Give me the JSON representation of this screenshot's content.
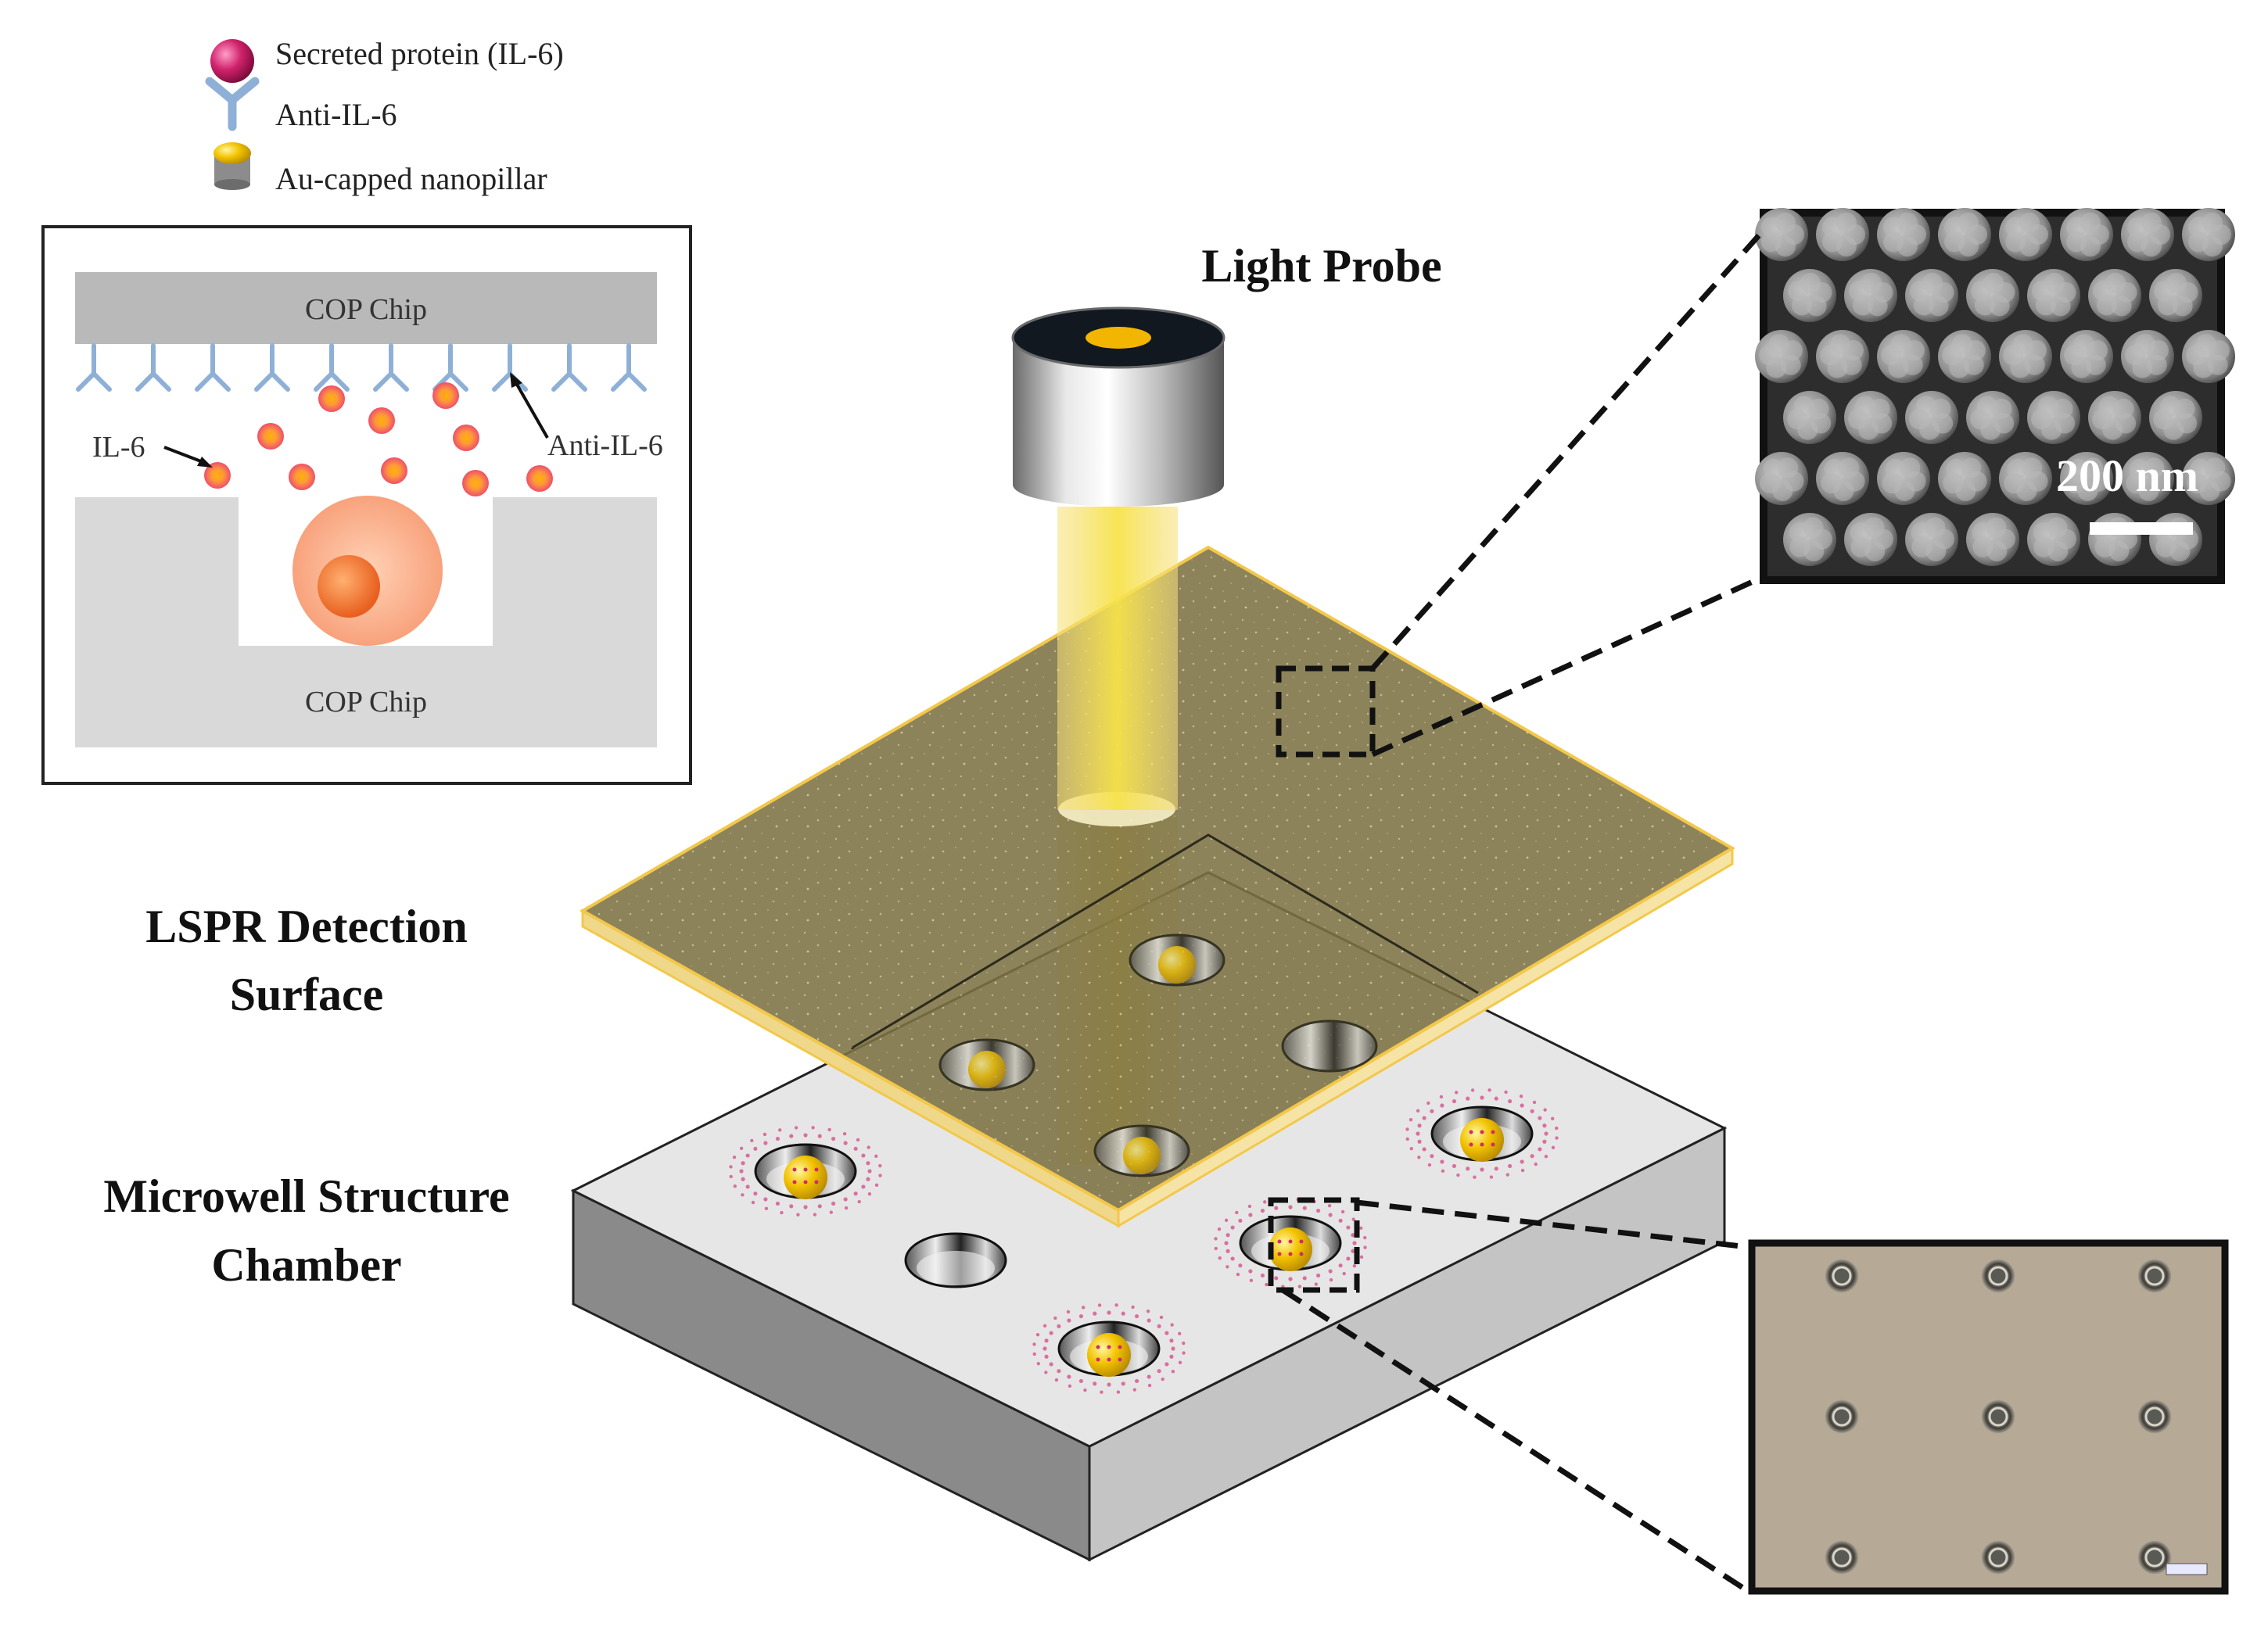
{
  "legend": {
    "items": [
      {
        "label": "Secreted protein (IL-6)",
        "icon": "protein-icon"
      },
      {
        "label": "Anti-IL-6",
        "icon": "antibody-icon"
      },
      {
        "label": "Au-capped nanopillar",
        "icon": "nanopillar-icon"
      }
    ]
  },
  "inset": {
    "top_chip_label": "COP Chip",
    "bottom_chip_label": "COP Chip",
    "il6_label": "IL-6",
    "anti_label": "Anti-IL-6"
  },
  "labels": {
    "light_probe": "Light Probe",
    "lspr_line1": "LSPR Detection",
    "lspr_line2": "Surface",
    "microwell_line1": "Microwell Structure",
    "microwell_line2": "Chamber"
  },
  "sem": {
    "scale_bar": "200 nm"
  },
  "colors": {
    "il6": "#ee6b6b",
    "antibody": "#8fb0d6",
    "gold": "#f2c200",
    "detection_surface": "#7d7244",
    "chip": "#d4d4d4"
  }
}
